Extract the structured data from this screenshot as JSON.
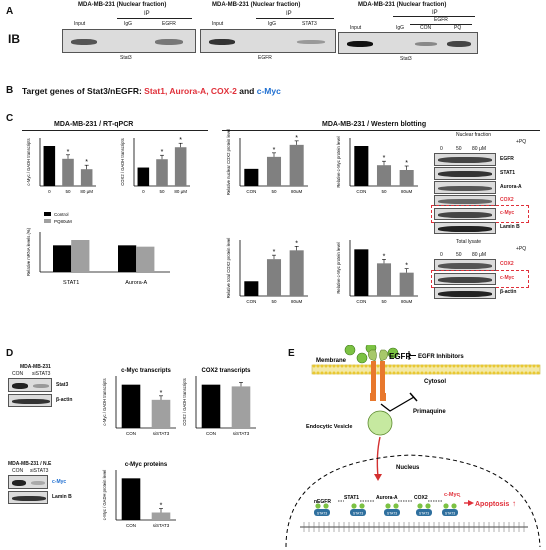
{
  "panelA": {
    "letter": "A",
    "ib_label": "IB",
    "blots": [
      {
        "title": "MDA-MB-231 (Nuclear fraction)",
        "ip": "IP",
        "lanes": [
          "Input",
          "IgG",
          "EGFR"
        ],
        "target": "Stat3"
      },
      {
        "title": "MDA-MB-231 (Nuclear fraction)",
        "ip": "IP",
        "lanes": [
          "Input",
          "IgG",
          "STAT3"
        ],
        "target": "EGFR"
      },
      {
        "title": "MDA-MB-231 (Nuclear fraction)",
        "ip": "IP",
        "sub": "EGFR",
        "lanes": [
          "Input",
          "IgG",
          "CON",
          "PQ"
        ],
        "target": "Stat3"
      }
    ]
  },
  "panelB": {
    "letter": "B",
    "prefix": "Target genes of Stat3/nEGFR: ",
    "red_genes": "Stat1, Aurora-A, COX-2",
    "and": " and ",
    "blue_gene": "c-Myc"
  },
  "panelC": {
    "letter": "C",
    "qpcr_title": "MDA-MB-231 / RT-qPCR",
    "wb_title": "MDA-MB-231 / Western blotting",
    "nuclear_title": "Nuclear fraction",
    "total_title": "Total lysate",
    "pq_label": "+PQ",
    "doses": [
      "0",
      "50",
      "80 μM"
    ],
    "nuclear_markers": [
      "EGFR",
      "STAT1",
      "Aurora-A",
      "COX2",
      "c-Myc",
      "Lamin B"
    ],
    "total_markers": [
      "COX2",
      "c-Myc",
      "β-actin"
    ]
  },
  "panelD": {
    "letter": "D",
    "blot1_title": "MDA-MB-231",
    "blot1_lanes": [
      "CON",
      "siSTAT3"
    ],
    "blot1_markers": [
      "Stat3",
      "β-actin"
    ],
    "blot2_title": "MDA-MB-231 / N.E",
    "blot2_lanes": [
      "CON",
      "siSTAT3"
    ],
    "blot2_markers": [
      "c-Myc",
      "Lamin B"
    ]
  },
  "panelE": {
    "letter": "E",
    "membrane": "Membrane",
    "egfr": "EGFR",
    "inhibitors": "EGFR Inhibitors",
    "cytosol": "Cytosol",
    "primaquine": "Primaquine",
    "vesicle": "Endocytic Vesicle",
    "nucleus": "Nucleus",
    "path": [
      "nEGFR",
      "STAT1",
      "Aurora-A",
      "COX2",
      "c-Myc"
    ],
    "stat3": "STAT3",
    "apoptosis": "Apoptosis"
  },
  "chart_data": [
    {
      "type": "bar",
      "ylabel": "c-Myc / GADH transcripts",
      "categories": [
        "0",
        "50",
        "80 μM"
      ],
      "values": [
        1.0,
        0.68,
        0.42
      ],
      "sig": [
        false,
        true,
        true
      ],
      "ylim": [
        0,
        1.2
      ],
      "colors": [
        "#000000",
        "#808080",
        "#808080"
      ]
    },
    {
      "type": "bar",
      "ylabel": "COX2 / GADH transcripts",
      "categories": [
        "0",
        "50",
        "80 μM"
      ],
      "values": [
        1.0,
        1.45,
        2.1
      ],
      "sig": [
        false,
        true,
        true
      ],
      "ylim": [
        0,
        2.6
      ],
      "colors": [
        "#000000",
        "#808080",
        "#808080"
      ]
    },
    {
      "type": "bar",
      "ylabel": "Relative nuclear COX2 protein level",
      "categories": [
        "CON",
        "50",
        "80uM"
      ],
      "values": [
        100,
        170,
        240
      ],
      "sig": [
        false,
        true,
        true
      ],
      "ylim": [
        0,
        280
      ],
      "colors": [
        "#000000",
        "#808080",
        "#808080"
      ]
    },
    {
      "type": "bar",
      "ylabel": "Relative c-Myc protein level",
      "categories": [
        "CON",
        "50",
        "80uM"
      ],
      "values": [
        100,
        52,
        40
      ],
      "sig": [
        false,
        true,
        true
      ],
      "ylim": [
        0,
        120
      ],
      "colors": [
        "#000000",
        "#808080",
        "#808080"
      ]
    },
    {
      "type": "bar",
      "ylabel": "Relative mRNA levels (%)",
      "categories": [
        "STAT1",
        "Aurora-A"
      ],
      "series": [
        {
          "name": "Control",
          "values": [
            100,
            100
          ]
        },
        {
          "name": "PQ80uM",
          "values": [
            120,
            95
          ]
        }
      ],
      "ylim": [
        0,
        150
      ],
      "colors": [
        "#000000",
        "#a0a0a0"
      ]
    },
    {
      "type": "bar",
      "ylabel": "Relative total COX2 protein level",
      "categories": [
        "CON",
        "50",
        "80uM"
      ],
      "values": [
        100,
        250,
        310
      ],
      "sig": [
        false,
        true,
        true
      ],
      "ylim": [
        0,
        380
      ],
      "colors": [
        "#000000",
        "#808080",
        "#808080"
      ]
    },
    {
      "type": "bar",
      "ylabel": "Relative c-Myc protein level",
      "categories": [
        "CON",
        "50",
        "80uM"
      ],
      "values": [
        100,
        70,
        50
      ],
      "sig": [
        false,
        true,
        true
      ],
      "ylim": [
        0,
        120
      ],
      "colors": [
        "#000000",
        "#808080",
        "#808080"
      ]
    },
    {
      "type": "bar",
      "title": "c-Myc transcripts",
      "ylabel": "c-Myc / GADH transcripts",
      "categories": [
        "CON",
        "siSTAT3"
      ],
      "values": [
        1.0,
        0.65
      ],
      "sig": [
        false,
        true
      ],
      "ylim": [
        0,
        1.2
      ],
      "colors": [
        "#000000",
        "#a0a0a0"
      ]
    },
    {
      "type": "bar",
      "title": "COX2 transcripts",
      "ylabel": "COX2 / GADH transcripts",
      "categories": [
        "CON",
        "siSTAT3"
      ],
      "values": [
        1.0,
        0.96
      ],
      "sig": [
        false,
        false
      ],
      "ylim": [
        0,
        1.2
      ],
      "colors": [
        "#000000",
        "#a0a0a0"
      ]
    },
    {
      "type": "bar",
      "title": "c-Myc proteins",
      "ylabel": "c-Myc / GADH protein level",
      "categories": [
        "CON",
        "siSTAT3"
      ],
      "values": [
        1.0,
        0.18
      ],
      "sig": [
        false,
        true
      ],
      "ylim": [
        0,
        1.2
      ],
      "colors": [
        "#000000",
        "#a0a0a0"
      ]
    }
  ]
}
